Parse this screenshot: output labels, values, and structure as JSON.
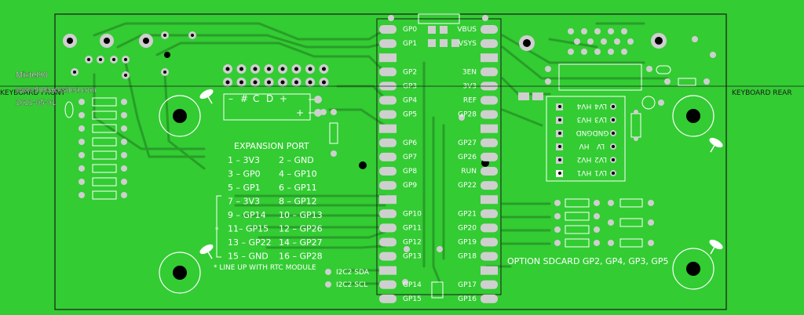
{
  "colors": {
    "board": "#33cc33",
    "trace": "#289e28",
    "silk": "#ffffff",
    "copper": "#cfcfcf",
    "hole": "#000000",
    "outline": "#1a1a1a"
  },
  "header": {
    "author": "Mixtel90",
    "site": "www.thebackshed.com",
    "date": "2022-05-01"
  },
  "labels": {
    "keyboard_front": "KEYBOARD FRONT",
    "keyboard_rear": "KEYBOARD REAR"
  },
  "pico": {
    "left_pins": [
      "GP0",
      "GP1",
      "",
      "GP2",
      "GP3",
      "GP4",
      "GP5",
      "",
      "GP6",
      "GP7",
      "GP8",
      "GP9",
      "",
      "GP10",
      "GP11",
      "GP12",
      "GP13",
      "",
      "GP14",
      "GP15"
    ],
    "right_pins": [
      "VBUS",
      "VSYS",
      "",
      "3EN",
      "3V3",
      "REF",
      "GP28",
      "",
      "GP27",
      "GP26",
      "RUN",
      "GP22",
      "",
      "GP21",
      "GP20",
      "GP19",
      "GP18",
      "",
      "GP17",
      "GP16"
    ]
  },
  "i2c": {
    "sda": "I2C2 SDA",
    "scl": "I2C2 SCL"
  },
  "expansion": {
    "title": "EXPANSION PORT",
    "rows": [
      [
        "1 – 3V3",
        "2 – GND"
      ],
      [
        "3 – GP0",
        "4 – GP10"
      ],
      [
        "5 – GP1",
        "6 – GP11"
      ],
      [
        "7 – 3V3",
        "8 – GP12"
      ],
      [
        "9 – GP14",
        "10 – GP13"
      ],
      [
        "11– GP15",
        "12 – GP26"
      ],
      [
        "13 – GP22",
        "14 – GP27"
      ],
      [
        "15 – GND",
        "16 – GP28"
      ]
    ],
    "star": "*",
    "note": "* LINE UP WITH RTC MODULE"
  },
  "header_labels": {
    "minus": "–",
    "hash": "#",
    "c": "C",
    "d": "D",
    "plus": "+",
    "plus2": "+"
  },
  "level_shifter": {
    "left": [
      "HV4",
      "HV3",
      "GND",
      "HV",
      "HV2",
      "HV1"
    ],
    "right": [
      "LV4",
      "LV3",
      "GND",
      "LV",
      "LV2",
      "LV1"
    ]
  },
  "sdcard_note": "OPTION SDCARD GP2, GP4, GP3, GP5"
}
